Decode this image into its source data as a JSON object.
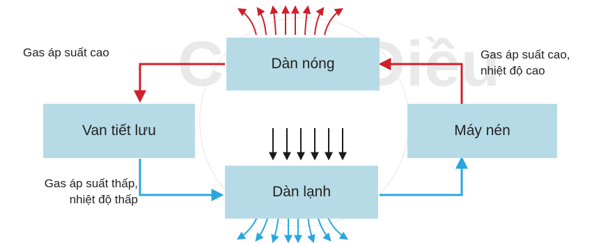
{
  "watermark": {
    "text": "Cánh Diều"
  },
  "nodes": {
    "hot_coil": "Dàn nóng",
    "cold_coil": "Dàn lạnh",
    "expansion_valve": "Van tiết lưu",
    "compressor": "Máy nén"
  },
  "labels": {
    "top_left": "Gas áp suất cao",
    "top_right_line1": "Gas áp suất cao,",
    "top_right_line2": "nhiệt độ cao",
    "bottom_left_line1": "Gas áp suất thấp,",
    "bottom_left_line2": "nhiệt độ thấp"
  },
  "colors": {
    "box_fill": "#b7dbe6",
    "hot_arrow": "#d01f2a",
    "cold_arrow": "#29a6df",
    "center_arrow": "#1a1a1a"
  }
}
